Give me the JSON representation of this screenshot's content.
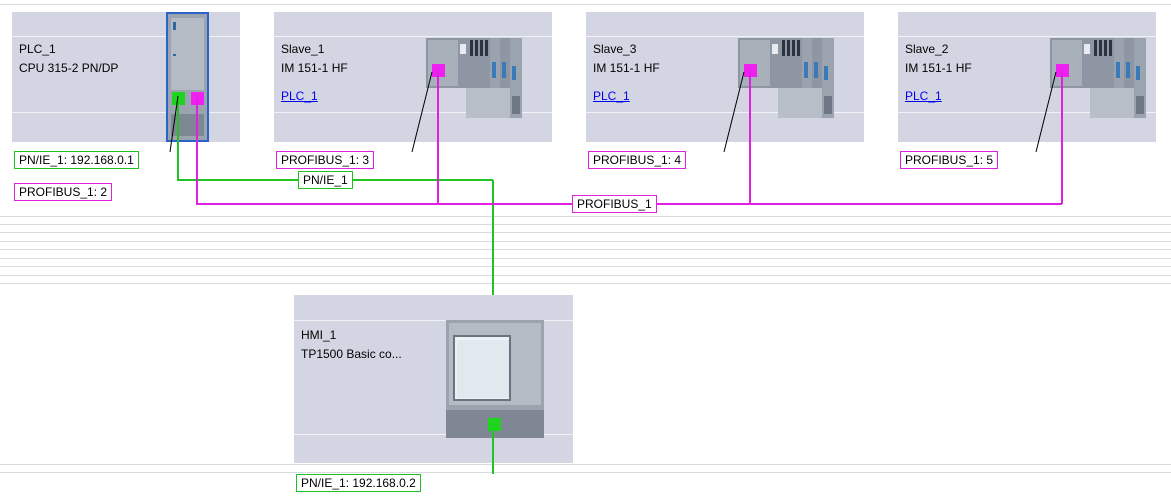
{
  "colors": {
    "profibus": "#e020e0",
    "profinet": "#22c322",
    "device_bg": "#d3d6e2",
    "selection": "#2a64c8",
    "link": "#0000ee"
  },
  "devices": {
    "plc": {
      "name": "PLC_1",
      "type": "CPU 315-2 PN/DP",
      "pn_address": "PN/IE_1: 192.168.0.1",
      "pb_address": "PROFIBUS_1: 2",
      "icon": "cpu-module-icon"
    },
    "slave1": {
      "name": "Slave_1",
      "type": "IM 151-1 HF",
      "master": "PLC_1",
      "pb_address": "PROFIBUS_1: 3",
      "icon": "io-module-icon"
    },
    "slave3": {
      "name": "Slave_3",
      "type": "IM 151-1 HF",
      "master": "PLC_1",
      "pb_address": "PROFIBUS_1: 4",
      "icon": "io-module-icon"
    },
    "slave2": {
      "name": "Slave_2",
      "type": "IM 151-1 HF",
      "master": "PLC_1",
      "pb_address": "PROFIBUS_1: 5",
      "icon": "io-module-icon"
    },
    "hmi": {
      "name": "HMI_1",
      "type": "TP1500 Basic co...",
      "pn_address": "PN/IE_1: 192.168.0.2",
      "icon": "hmi-panel-icon"
    }
  },
  "networks": {
    "pn": "PN/IE_1",
    "pb": "PROFIBUS_1"
  }
}
